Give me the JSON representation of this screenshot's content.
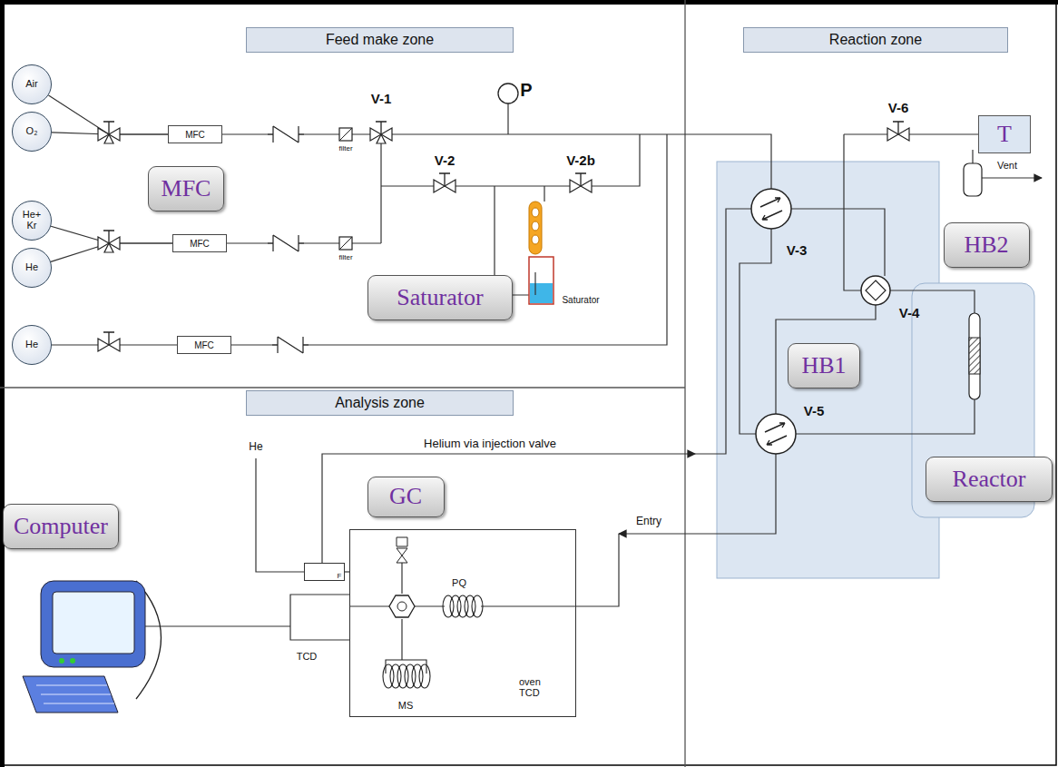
{
  "diagram": {
    "nodes": [
      {
        "text": [
          "Feed make zone"
        ]
      },
      {
        "text": [
          "Air"
        ],
        "in": 0
      },
      {
        "text": [
          "O₂"
        ],
        "in": 0
      },
      {
        "text": [
          "He+ Kr"
        ],
        "in": 0
      },
      {
        "text": [
          "He"
        ],
        "in": 0
      },
      {
        "text": [
          "He"
        ],
        "in": 0
      },
      {
        "text": [
          "MFC"
        ],
        "in": 0
      },
      {
        "text": [
          "MFC"
        ],
        "in": 0
      },
      {
        "text": [
          "MFC"
        ],
        "in": 0
      },
      {
        "text": [
          "MFC"
        ],
        "in": 0
      },
      {
        "text": [
          "Saturator"
        ],
        "in": 0
      },
      {
        "text": [
          "Reaction zone"
        ]
      },
      {
        "text": [
          "T"
        ],
        "in": 11
      },
      {
        "text": [
          "HB2"
        ],
        "in": 11
      },
      {
        "text": [
          "HB1"
        ],
        "in": 11
      },
      {
        "text": [
          "Reactor"
        ],
        "in": 11
      },
      {
        "text": [
          "Analysis zone"
        ]
      },
      {
        "text": [
          "GC"
        ],
        "in": 16
      },
      {
        "text": [
          "F"
        ],
        "in": 16
      },
      {
        "text": [
          "oven TCD"
        ],
        "in": 16
      },
      {
        "text": [
          "Computer"
        ],
        "in": 16
      }
    ],
    "edges": [
      {
        "from": 1,
        "to": 6,
        "arrow": "none"
      },
      {
        "from": 2,
        "to": 6,
        "arrow": "none"
      },
      {
        "from": 3,
        "to": 7,
        "arrow": "none"
      },
      {
        "from": 4,
        "to": 7,
        "arrow": "none"
      },
      {
        "from": 5,
        "to": 8,
        "arrow": "none"
      }
    ],
    "labels": [
      "V-1",
      "P",
      "V-2",
      "V-2b",
      "filter",
      "filter",
      "Saturator",
      "V-6",
      "Vent",
      "V-3",
      "V-4",
      "V-5",
      "He",
      "Helium via injection valve",
      "Entry",
      "PQ",
      "MS",
      "TCD"
    ]
  }
}
